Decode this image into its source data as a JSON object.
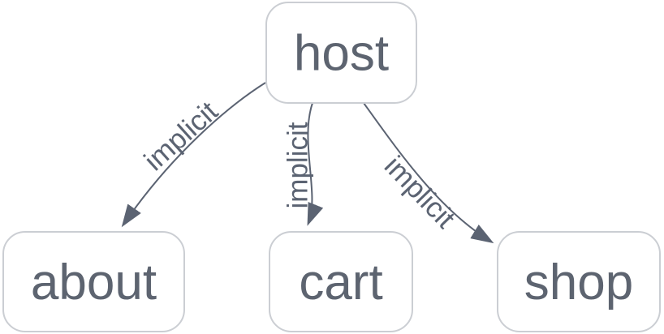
{
  "diagram": {
    "type": "flowchart",
    "direction": "top-down",
    "nodes": [
      {
        "id": "host",
        "label": "host"
      },
      {
        "id": "about",
        "label": "about"
      },
      {
        "id": "cart",
        "label": "cart"
      },
      {
        "id": "shop",
        "label": "shop"
      }
    ],
    "edges": [
      {
        "from": "host",
        "to": "about",
        "label": "implicit"
      },
      {
        "from": "host",
        "to": "cart",
        "label": "implicit"
      },
      {
        "from": "host",
        "to": "shop",
        "label": "implicit"
      }
    ],
    "colors": {
      "background": "#ffffff",
      "node_fill": "#ffffff",
      "node_border": "#cbced3",
      "node_text": "#5d6470",
      "edge": "#5b6372",
      "edge_label": "#5b6372"
    }
  }
}
